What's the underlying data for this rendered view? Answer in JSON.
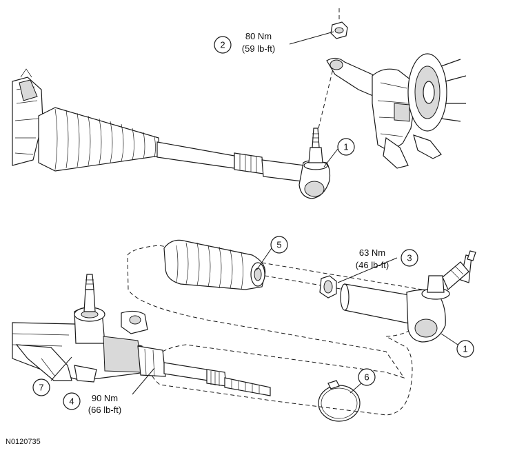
{
  "figure_id": "N0120735",
  "callouts": [
    {
      "id": "callout-1-upper",
      "number": "1"
    },
    {
      "id": "callout-2",
      "number": "2",
      "torque_nm": "80 Nm",
      "torque_lbft": "(59 lb-ft)"
    },
    {
      "id": "callout-3",
      "number": "3",
      "torque_nm": "63 Nm",
      "torque_lbft": "(46 lb-ft)"
    },
    {
      "id": "callout-1-lower",
      "number": "1"
    },
    {
      "id": "callout-4",
      "number": "4",
      "torque_nm": "90 Nm",
      "torque_lbft": "(66 lb-ft)"
    },
    {
      "id": "callout-5",
      "number": "5"
    },
    {
      "id": "callout-6",
      "number": "6"
    },
    {
      "id": "callout-7",
      "number": "7"
    }
  ]
}
